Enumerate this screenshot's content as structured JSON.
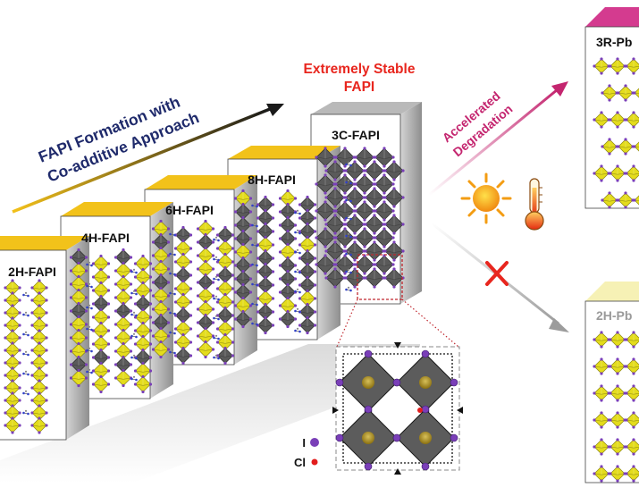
{
  "colors": {
    "octahedron_yellow": "#e4dc1c",
    "octahedron_grey": "#5a5a5a",
    "box_top_yellow": "#f2c21a",
    "box_top_grey": "#b9b9b9",
    "box_top_magenta": "#d43b8f",
    "box_top_pale": "#f6f1b5",
    "stable_red": "#e8261e",
    "approach_navy": "#1f2a6b",
    "degradation_magenta": "#c4256f",
    "arrow_grey": "#a6a6a6",
    "iodide_purple": "#7a3fb8",
    "chloride_red": "#e21d1d"
  },
  "annotations": {
    "approach_line1": "FAPI Formation with",
    "approach_line2": "Co-additive Approach",
    "stable_line1": "Extremely Stable",
    "stable_line2": "FAPI",
    "degradation_line1": "Accelerated",
    "degradation_line2": "Degradation"
  },
  "phases": [
    {
      "label": "2H-FAPI"
    },
    {
      "label": "4H-FAPI"
    },
    {
      "label": "6H-FAPI"
    },
    {
      "label": "8H-FAPI"
    },
    {
      "label": "3C-FAPI"
    }
  ],
  "products": [
    {
      "label": "3R-Pb"
    },
    {
      "label": "2H-Pb"
    }
  ],
  "legend": [
    {
      "label": "I",
      "color": "#7a3fb8"
    },
    {
      "label": "Cl",
      "color": "#e21d1d"
    }
  ],
  "icons": [
    "sun-icon",
    "thermometer-icon",
    "cross-mark-icon"
  ]
}
